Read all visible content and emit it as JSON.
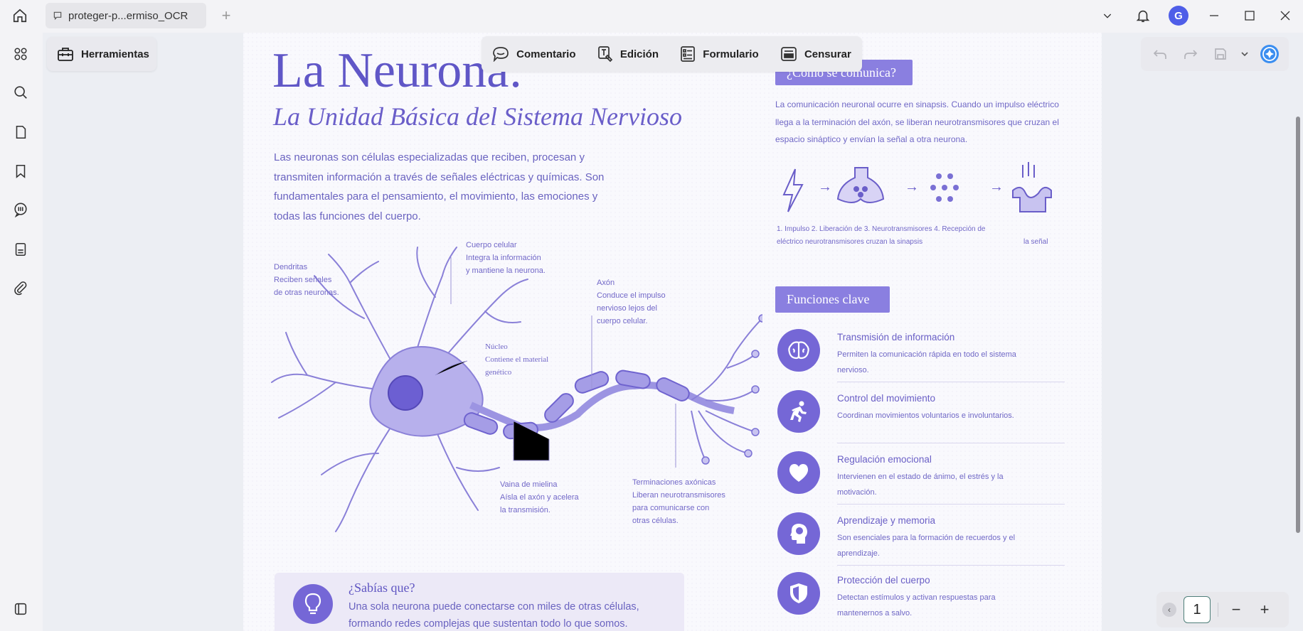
{
  "titlebar": {
    "tab_title": "proteger-p...ermiso_OCR",
    "avatar_letter": "G"
  },
  "toolbar": {
    "tools_label": "Herramientas",
    "modes": [
      {
        "label": "Comentario",
        "icon": "comment-icon"
      },
      {
        "label": "Edición",
        "icon": "edit-icon"
      },
      {
        "label": "Formulario",
        "icon": "form-icon"
      },
      {
        "label": "Censurar",
        "icon": "redact-icon"
      }
    ]
  },
  "pager": {
    "current_page": "1"
  },
  "document": {
    "title": "La Neurona:",
    "subtitle": "La Unidad Básica del Sistema Nervioso",
    "intro": "Las neuronas son células especializadas que reciben, procesan y transmiten información a través de señales eléctricas y químicas. Son fundamentales para el pensamiento, el movimiento, las emociones y todas las funciones del cuerpo.",
    "labels": {
      "cuerpo": [
        "Cuerpo celular",
        "Integra la información",
        "y mantiene la neurona."
      ],
      "dendritas": [
        "Dendritas",
        "Reciben señales",
        "de otras neuronas."
      ],
      "axon": [
        "Axón",
        "Conduce el impulso",
        "nervioso lejos del",
        "cuerpo celular."
      ],
      "nucleo": [
        "Núcleo",
        "Contiene el material",
        "genético"
      ],
      "vaina": [
        "Vaina de mielina",
        "Aísla el axón y acelera",
        "la transmisión."
      ],
      "terminaciones": [
        "Terminaciones axónicas",
        "Liberan neurotransmisores",
        "para comunicarse con",
        "otras células."
      ]
    },
    "comunica": {
      "title": "¿Cómo se comunica?",
      "text": "La comunicación neuronal ocurre en sinapsis. Cuando un impulso eléctrico llega a la terminación del axón, se liberan neurotransmisores que cruzan el espacio sináptico y envían la señal a otra neurona.",
      "steps_line1": "1. Impulso            2. Liberación de 3. Neurotransmisores 4. Recepción de",
      "steps_line2": "eléctrico neurotransmisores cruzan la sinapsis",
      "steps_line2_right": "la señal"
    },
    "funciones": {
      "title": "Funciones clave",
      "items": [
        {
          "title": "Transmisión de información",
          "desc": "Permiten la comunicación rápida en todo el sistema nervioso.",
          "icon": "brain-icon"
        },
        {
          "title": "Control del movimiento",
          "desc": "Coordinan movimientos voluntarios e involuntarios.",
          "icon": "running-person-icon"
        },
        {
          "title": "Regulación emocional",
          "desc": "Intervienen en el estado de ánimo, el estrés y la motivación.",
          "icon": "heart-icon"
        },
        {
          "title": "Aprendizaje y memoria",
          "desc": "Son esenciales para la formación de recuerdos y el aprendizaje.",
          "icon": "head-brain-icon"
        },
        {
          "title": "Protección del cuerpo",
          "desc": "Detectan estímulos y activan respuestas para mantenernos a salvo.",
          "icon": "shield-icon"
        }
      ]
    },
    "sabias": {
      "title": "¿Sabías que?",
      "text": "Una sola neurona puede conectarse con miles de otras células, formando redes complejas que sustentan todo lo que somos."
    }
  }
}
